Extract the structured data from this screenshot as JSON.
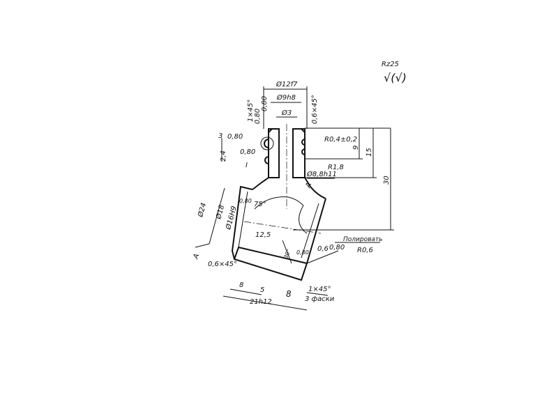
{
  "drawing": {
    "roughness": {
      "rz": "Rz25",
      "symbol": "√(√)"
    },
    "dimensions": {
      "d12f7": "Ø12f7",
      "d9h8": "Ø9h8",
      "d3": "Ø3",
      "chamfer_top_left": "1×45°",
      "rough_080_a": "0,80",
      "rough_080_b": "0,80",
      "chamfer_top_right": "0,6×45°",
      "h3": "3",
      "rough_080_c": "0,80",
      "rough_080_d": "0,80",
      "h24": "2,4",
      "detail_I": "I",
      "r04": "R0,4±0,2",
      "h9": "9",
      "h15": "15",
      "r18": "R1,8",
      "d88h11": "Ø8,8h11",
      "h30": "30",
      "d24": "Ø24",
      "d18": "Ø18",
      "d16h9": "Ø16H9",
      "rough_080_e": "0,80",
      "angle75": "75°",
      "l125": "12,5",
      "rough_06": "0,6",
      "rough_080_f": "0,80",
      "polish": "Полировать",
      "r06": "R0,6",
      "angle30": "30°",
      "rough_080_g": "0,80",
      "chamfer_bottom": "0,6×45°",
      "l8a": "8",
      "l5": "5",
      "l8b": "8",
      "chamfer_1x45": "1×45°",
      "chamfers_note": "3 фаски",
      "l21h12": "21h12",
      "datum_a": "A",
      "datum_b": "A"
    }
  }
}
